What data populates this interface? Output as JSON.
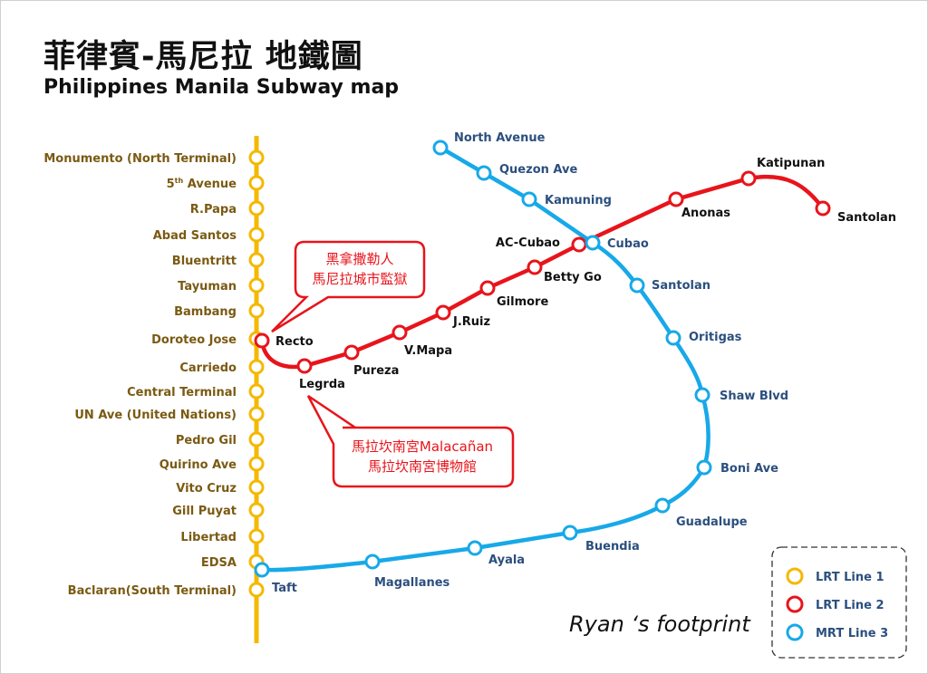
{
  "title": {
    "chinese": "菲律賓-馬尼拉 地鐵圖",
    "english": "Philippines Manila Subway map"
  },
  "colors": {
    "lrt1": "#f5b800",
    "lrt2": "#e8141b",
    "mrt3": "#17a9e8",
    "lrt1_label": "#7a5a12",
    "lrt2_label": "#111111",
    "mrt3_label": "#2b4f7e",
    "callout": "#e8141b"
  },
  "lines": {
    "lrt1": {
      "name": "LRT Line 1",
      "stations": [
        {
          "name": "Monumento (North Terminal)"
        },
        {
          "name": "5th Avenue",
          "base": "5",
          "sup": "th",
          "rest": " Avenue"
        },
        {
          "name": "R.Papa"
        },
        {
          "name": "Abad Santos"
        },
        {
          "name": "Bluentritt"
        },
        {
          "name": "Tayuman"
        },
        {
          "name": "Bambang"
        },
        {
          "name": "Doroteo Jose"
        },
        {
          "name": "Carriedo"
        },
        {
          "name": "Central Terminal"
        },
        {
          "name": "UN Ave (United Nations)"
        },
        {
          "name": "Pedro Gil"
        },
        {
          "name": "Quirino Ave"
        },
        {
          "name": "Vito Cruz"
        },
        {
          "name": "Gill Puyat"
        },
        {
          "name": "Libertad"
        },
        {
          "name": "EDSA"
        },
        {
          "name": "Baclaran(South Terminal)"
        }
      ]
    },
    "lrt2": {
      "name": "LRT Line 2",
      "stations": [
        {
          "name": "Recto"
        },
        {
          "name": "Legrda"
        },
        {
          "name": "Pureza"
        },
        {
          "name": "V.Mapa"
        },
        {
          "name": "J.Ruiz"
        },
        {
          "name": "Gilmore"
        },
        {
          "name": "Betty Go"
        },
        {
          "name": "AC-Cubao"
        },
        {
          "name": "Anonas"
        },
        {
          "name": "Katipunan"
        },
        {
          "name": "Santolan"
        }
      ]
    },
    "mrt3": {
      "name": "MRT Line 3",
      "stations": [
        {
          "name": "North Avenue"
        },
        {
          "name": "Quezon Ave"
        },
        {
          "name": "Kamuning"
        },
        {
          "name": "Cubao"
        },
        {
          "name": "Santolan"
        },
        {
          "name": "Oritigas"
        },
        {
          "name": "Shaw Blvd"
        },
        {
          "name": "Boni Ave"
        },
        {
          "name": "Guadalupe"
        },
        {
          "name": "Buendia"
        },
        {
          "name": "Ayala"
        },
        {
          "name": "Magallanes"
        },
        {
          "name": "Taft"
        }
      ]
    }
  },
  "callouts": [
    {
      "lines": [
        "黑拿撒勒人",
        "馬尼拉城市監獄"
      ]
    },
    {
      "lines": [
        "馬拉坎南宮Malacañan",
        "馬拉坎南宮博物館"
      ]
    }
  ],
  "legend": [
    {
      "label": "LRT Line 1",
      "line": "lrt1"
    },
    {
      "label": "LRT Line 2",
      "line": "lrt2"
    },
    {
      "label": "MRT Line 3",
      "line": "mrt3"
    }
  ],
  "watermark": "Ryan ‘s footprint"
}
